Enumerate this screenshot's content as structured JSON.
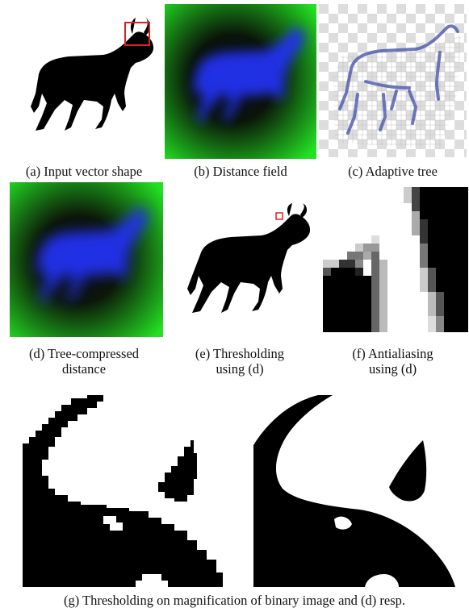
{
  "figure": {
    "captions": {
      "a": "(a) Input vector shape",
      "b": "(b) Distance field",
      "c": "(c) Adaptive tree",
      "d_line1": "(d) Tree-compressed",
      "d_line2": "distance",
      "e_line1": "(e) Thresholding",
      "e_line2": "using (d)",
      "f_line1": "(f) Antialiasing",
      "f_line2": "using (d)",
      "g": "(g) Thresholding on magnification of binary image and (d) resp."
    },
    "colors": {
      "field_far": "#22e022",
      "field_near": "#2233ee",
      "highlight": "#e02020",
      "tree_outline": "#5560b0"
    }
  }
}
